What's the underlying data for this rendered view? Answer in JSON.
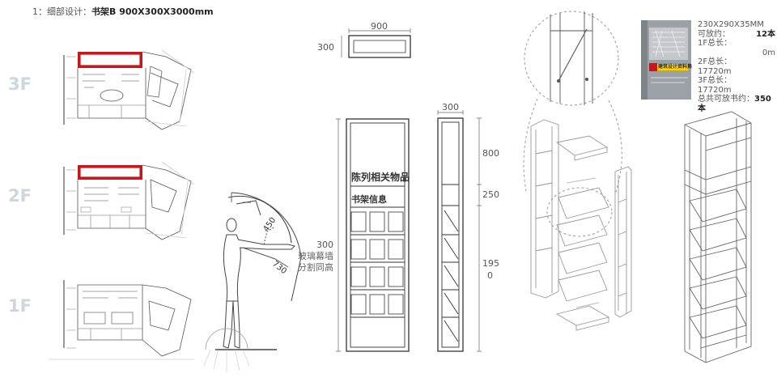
{
  "header": {
    "prefix": "1：细部设计：",
    "title": "书架B  900X300X3000mm"
  },
  "floors": [
    "3F",
    "2F",
    "1F"
  ],
  "top_view": {
    "width": "900",
    "depth": "300"
  },
  "front_view": {
    "height": "300",
    "label_display": "陈列相关物品",
    "label_info": "书架信息"
  },
  "side_view": {
    "depth": "300",
    "seg_top": "800",
    "seg_mid": "250",
    "seg_bottom_a": "195",
    "seg_bottom_b": "0"
  },
  "ergonomics": {
    "reach_a": "450",
    "reach_b": "730",
    "note_line1": "玻璃幕墙",
    "note_line2": "分割同高"
  },
  "book": {
    "size": "230X290X35MM",
    "capacity_label": "可放约：",
    "capacity_value": "12本",
    "f1_label": "1F总长：",
    "f1_value": "0m",
    "f2_label": "2F总长：",
    "f2_value": "17720m",
    "f3_label": "3F总长：",
    "f3_value": "17720m",
    "total_label": "总共可放书约：",
    "total_value": "350本",
    "cover_text": "建筑设计资料集"
  },
  "colors": {
    "accent": "#c8161d",
    "line": "#444444"
  }
}
